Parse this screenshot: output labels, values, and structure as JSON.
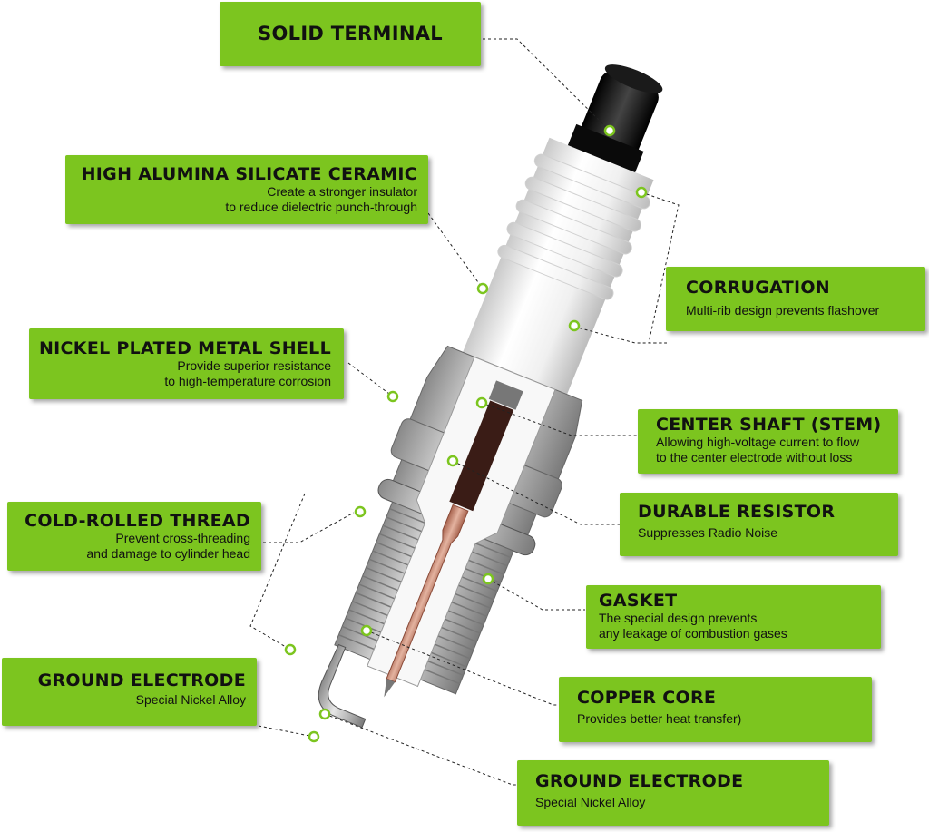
{
  "callouts": {
    "solid_terminal": {
      "title": "SOLID TERMINAL"
    },
    "ceramic": {
      "title": "HIGH ALUMINA SILICATE CERAMIC",
      "desc1": "Create a stronger insulator",
      "desc2": "to reduce dielectric punch-through"
    },
    "corrugation": {
      "title": "CORRUGATION",
      "desc1": "Multi-rib design prevents flashover"
    },
    "shell": {
      "title": "NICKEL PLATED METAL SHELL",
      "desc1": "Provide superior resistance",
      "desc2": "to high-temperature corrosion"
    },
    "center_shaft": {
      "title": "CENTER SHAFT (STEM)",
      "desc1": "Allowing high-voltage current to flow",
      "desc2": "to the center electrode without loss"
    },
    "resistor": {
      "title": "DURABLE RESISTOR",
      "desc1": "Suppresses Radio Noise"
    },
    "thread": {
      "title": "COLD-ROLLED THREAD",
      "desc1": "Prevent cross-threading",
      "desc2": "and damage to cylinder head"
    },
    "gasket": {
      "title": "GASKET",
      "desc1": "The special design prevents",
      "desc2": "any leakage of combustion gases"
    },
    "ground_left": {
      "title": "GROUND ELECTRODE",
      "desc1": "Special Nickel Alloy"
    },
    "copper": {
      "title": "COPPER CORE",
      "desc1": "Provides better heat transfer)"
    },
    "ground_bottom": {
      "title": "GROUND ELECTRODE",
      "desc1": "Special Nickel Alloy"
    }
  },
  "colors": {
    "callout_green": "#7cc51f",
    "ceramic_white": "#f2f2f2",
    "metal": "#b9b9b9",
    "terminal": "#111111",
    "resistor": "#3a1c16",
    "copper": "#c98a72"
  }
}
